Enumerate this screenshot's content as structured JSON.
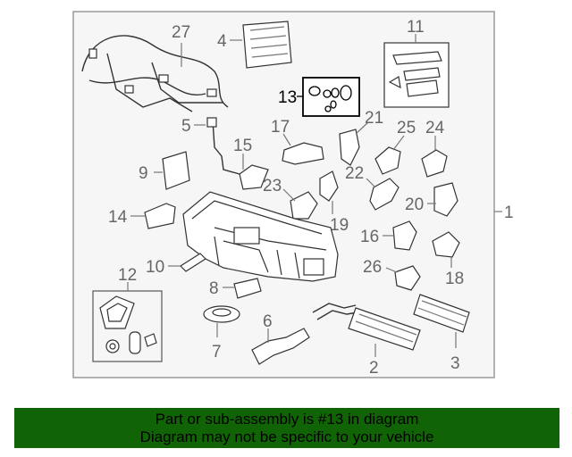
{
  "diagram": {
    "assembly_label": "1",
    "highlighted_part": "13",
    "callouts": {
      "p2": "2",
      "p3": "3",
      "p4": "4",
      "p5": "5",
      "p6": "6",
      "p7": "7",
      "p8": "8",
      "p9": "9",
      "p10": "10",
      "p11": "11",
      "p12": "12",
      "p13": "13",
      "p14": "14",
      "p15": "15",
      "p16": "16",
      "p17": "17",
      "p18": "18",
      "p19": "19",
      "p20": "20",
      "p21": "21",
      "p22": "22",
      "p23": "23",
      "p24": "24",
      "p25": "25",
      "p26": "26",
      "p27": "27"
    }
  },
  "banner": {
    "line1": "Part or sub-assembly is #13 in diagram",
    "line2": "Diagram may not be specific to your vehicle",
    "color": "#116405"
  }
}
